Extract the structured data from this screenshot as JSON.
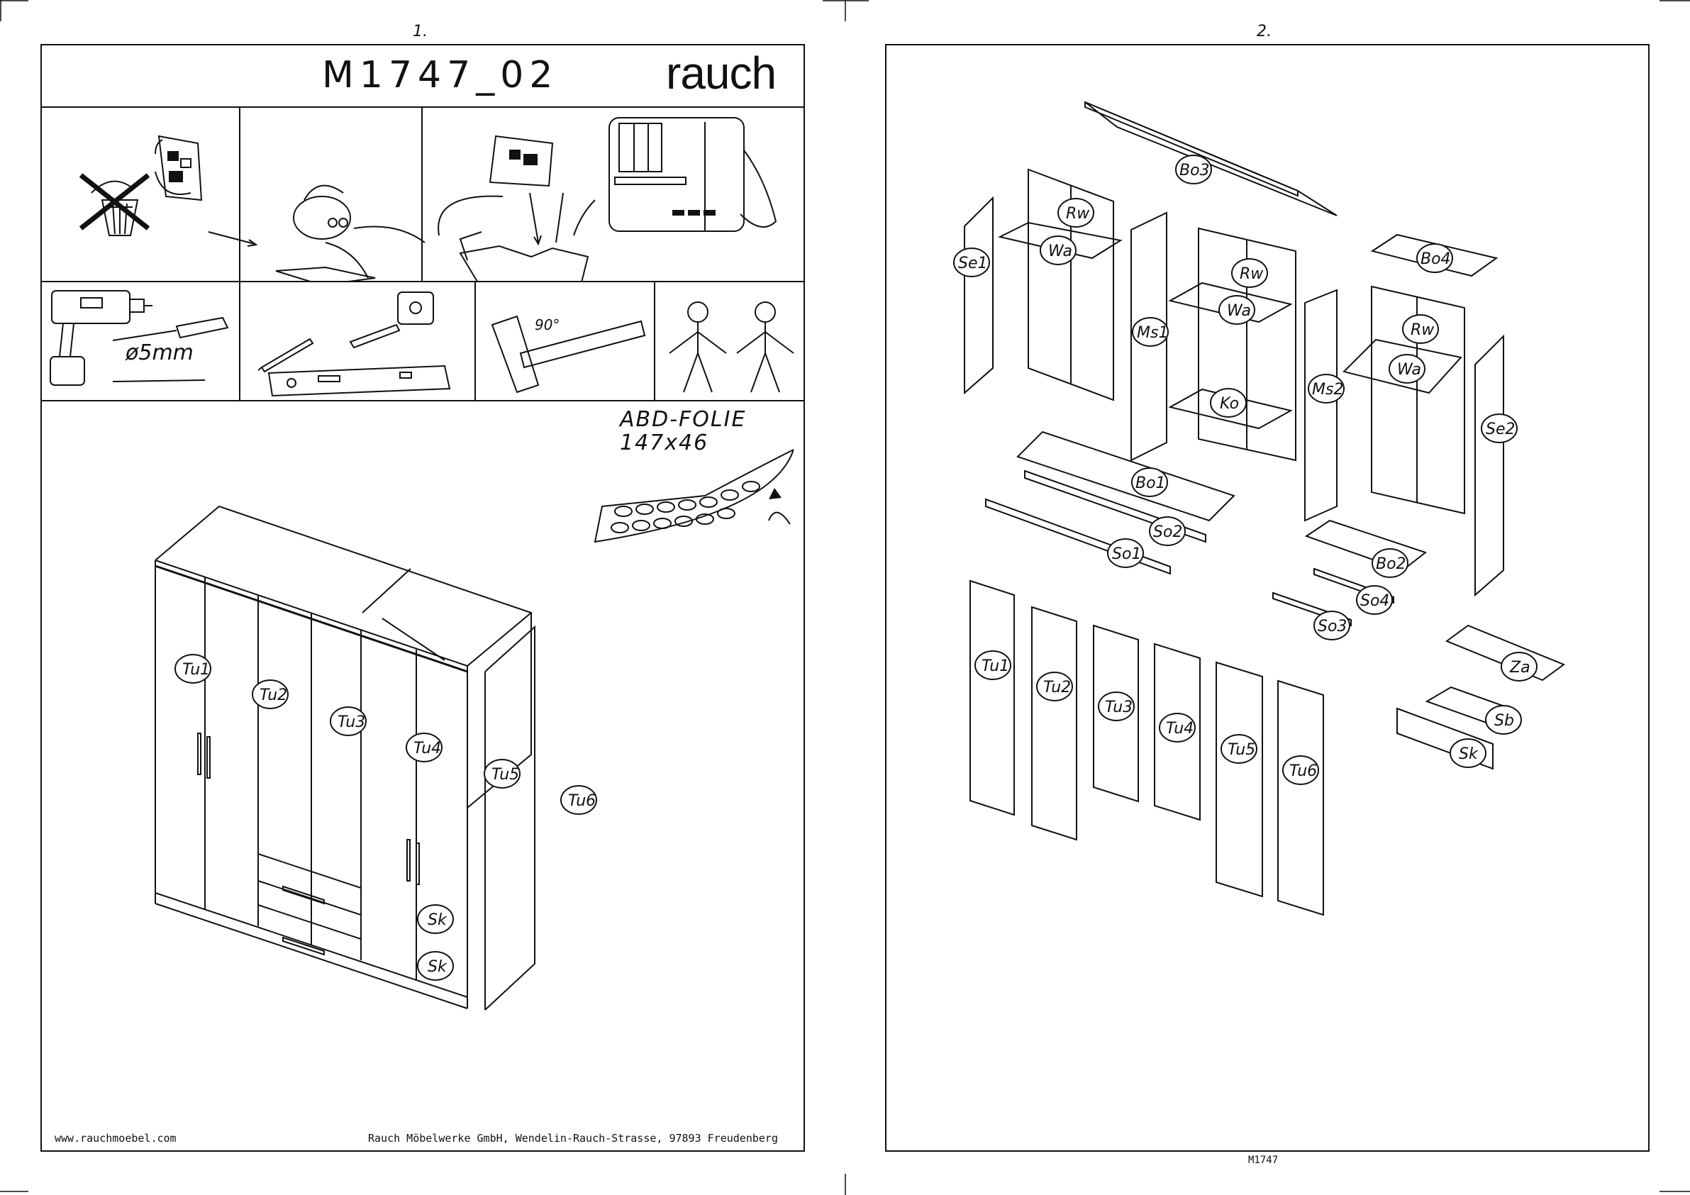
{
  "page1": {
    "page_number": "1.",
    "model": "M1747_02",
    "brand": "rauch",
    "drill_size": "ø5mm",
    "angle": "90°",
    "foil_line1": "ABD-FOLIE",
    "foil_line2": "147x46",
    "website": "www.rauchmoebel.com",
    "address": "Rauch Möbelwerke GmbH, Wendelin-Rauch-Strasse, 97893 Freudenberg",
    "cabinet_labels": [
      "Tu1",
      "Tu2",
      "Tu3",
      "Tu4",
      "Tu5",
      "Tu6",
      "Sk",
      "Sk"
    ]
  },
  "page2": {
    "page_number": "2.",
    "footer_code": "M1747",
    "parts": {
      "bo3": "Bo3",
      "rw1": "Rw",
      "wa1": "Wa",
      "se1": "Se1",
      "ms1": "Ms1",
      "rw2": "Rw",
      "wa2": "Wa",
      "ko": "Ko",
      "bo4": "Bo4",
      "rw3": "Rw",
      "wa3": "Wa",
      "ms2": "Ms2",
      "se2": "Se2",
      "bo1": "Bo1",
      "so2": "So2",
      "so1": "So1",
      "bo2": "Bo2",
      "so4": "So4",
      "so3": "So3",
      "za": "Za",
      "sb": "Sb",
      "sk": "Sk",
      "tu1": "Tu1",
      "tu2": "Tu2",
      "tu3": "Tu3",
      "tu4": "Tu4",
      "tu5": "Tu5",
      "tu6": "Tu6"
    }
  }
}
